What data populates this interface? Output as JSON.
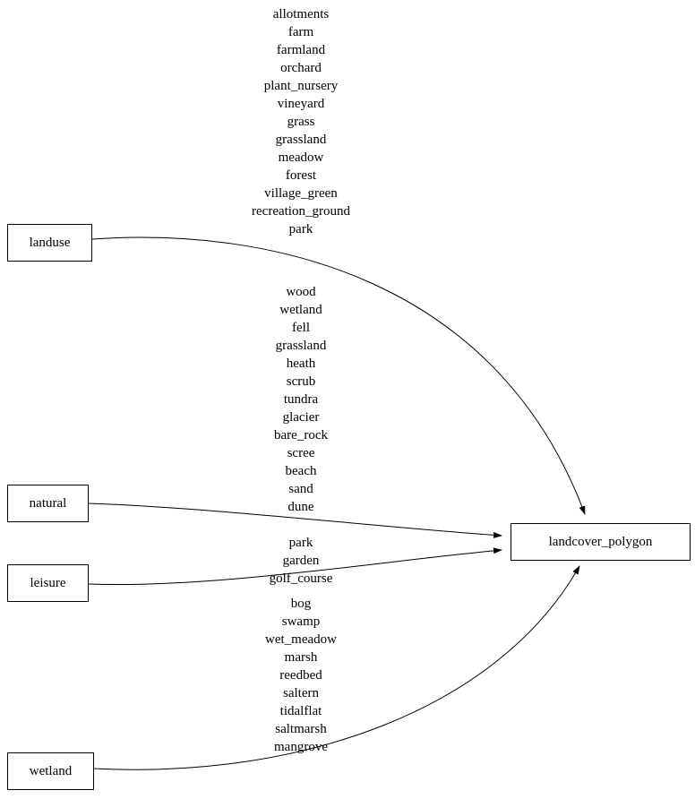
{
  "diagram": {
    "target_node": {
      "label": "landcover_polygon"
    },
    "nodes": [
      {
        "id": "landuse",
        "label": "landuse"
      },
      {
        "id": "natural",
        "label": "natural"
      },
      {
        "id": "leisure",
        "label": "leisure"
      },
      {
        "id": "wetland",
        "label": "wetland"
      }
    ],
    "edges": [
      {
        "from": "landuse",
        "to": "landcover_polygon",
        "labels": [
          "allotments",
          "farm",
          "farmland",
          "orchard",
          "plant_nursery",
          "vineyard",
          "grass",
          "grassland",
          "meadow",
          "forest",
          "village_green",
          "recreation_ground",
          "park"
        ]
      },
      {
        "from": "natural",
        "to": "landcover_polygon",
        "labels": [
          "wood",
          "wetland",
          "fell",
          "grassland",
          "heath",
          "scrub",
          "tundra",
          "glacier",
          "bare_rock",
          "scree",
          "beach",
          "sand",
          "dune"
        ]
      },
      {
        "from": "leisure",
        "to": "landcover_polygon",
        "labels": [
          "park",
          "garden",
          "golf_course"
        ]
      },
      {
        "from": "wetland",
        "to": "landcover_polygon",
        "labels": [
          "bog",
          "swamp",
          "wet_meadow",
          "marsh",
          "reedbed",
          "saltern",
          "tidalflat",
          "saltmarsh",
          "mangrove"
        ]
      }
    ],
    "colors": {
      "node_border": "#000000",
      "edge_stroke": "#000000",
      "text": "#000000",
      "background": "#ffffff"
    }
  }
}
